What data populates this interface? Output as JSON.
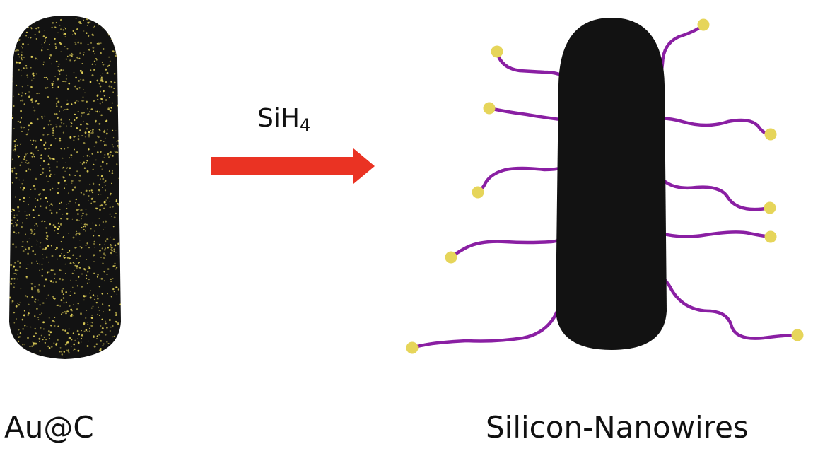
{
  "labels": {
    "left": "Au@C",
    "right": "Silicon-Nanowires",
    "reagent_main": "SiH",
    "reagent_sub": "4"
  },
  "colors": {
    "rod": "#121212",
    "gold_particle": "#e6d55a",
    "nanowire": "#8a1fa3",
    "arrow": "#ea3323"
  },
  "icons": {
    "arrow": "right-arrow-icon"
  }
}
